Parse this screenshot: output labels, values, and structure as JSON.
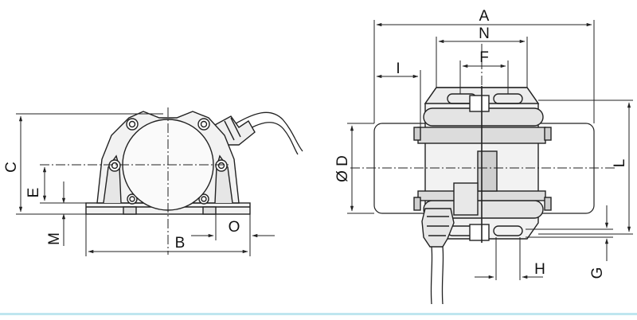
{
  "labels": {
    "A": "A",
    "N": "N",
    "F": "F",
    "I": "I",
    "C": "C",
    "E": "E",
    "M": "M",
    "B": "B",
    "O": "O",
    "D": "Ø D",
    "L": "L",
    "H": "H",
    "G": "G"
  },
  "colors": {
    "line": "#222222",
    "fill_light": "#f2f2f2",
    "fill_mid": "#e6e6e6",
    "fill_dark": "#d0d0d0",
    "accent_rule": "#bfe6ef"
  }
}
